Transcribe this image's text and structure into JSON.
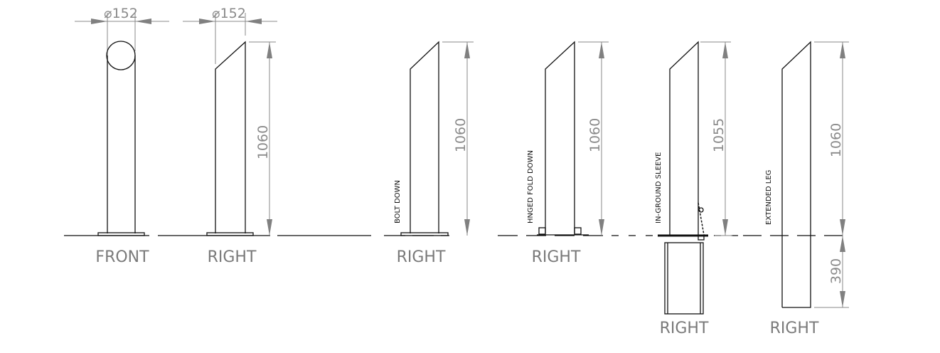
{
  "diameter_label": "⌀152",
  "views": [
    {
      "name": "FRONT"
    },
    {
      "name": "RIGHT",
      "height": "1060"
    },
    {
      "name": "RIGHT",
      "height": "1060",
      "note": "BOLT DOWN"
    },
    {
      "name": "RIGHT",
      "height": "1060",
      "note": "HNGED FOLD DOWN"
    },
    {
      "name": "RIGHT",
      "height": "1055",
      "note": "IN-GROUND SLEEVE"
    },
    {
      "name": "RIGHT",
      "height": "1060",
      "depth": "390",
      "note": "EXTENDED LEG"
    }
  ],
  "colors": {
    "line": "#111111",
    "dimension": "#888888"
  }
}
